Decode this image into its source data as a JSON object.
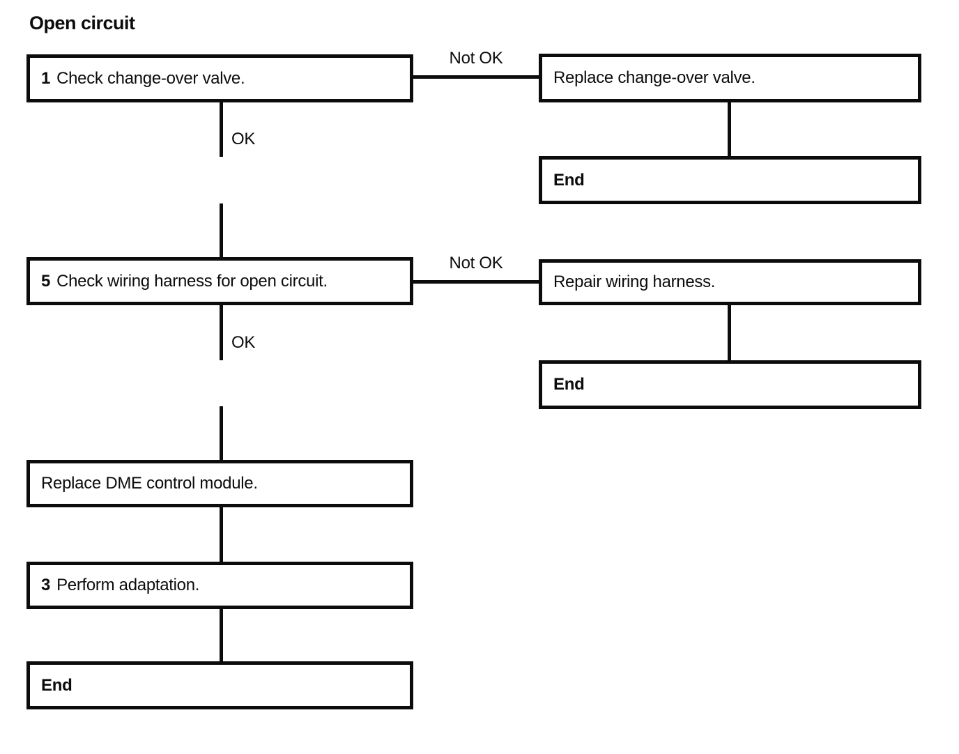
{
  "title": "Open circuit",
  "colors": {
    "background": "#ffffff",
    "line": "#0c0c0c",
    "text": "#0c0c0c"
  },
  "nodes": {
    "step1": {
      "number": "1",
      "text": "Check change-over valve."
    },
    "replace_change_over_valve": {
      "text": "Replace change-over valve."
    },
    "end_after_replace_valve": {
      "text": "End"
    },
    "step5": {
      "number": "5",
      "text": "Check wiring harness for open circuit."
    },
    "repair_wiring_harness": {
      "text": "Repair wiring harness."
    },
    "end_after_repair_harness": {
      "text": "End"
    },
    "replace_dme_control_module": {
      "text": "Replace DME control module."
    },
    "step3": {
      "number": "3",
      "text": "Perform adaptation."
    },
    "end_final": {
      "text": "End"
    }
  },
  "flow": {
    "edges": [
      {
        "from": "step1",
        "to": "replace_change_over_valve",
        "label": "Not OK"
      },
      {
        "from": "replace_change_over_valve",
        "to": "end_after_replace_valve",
        "label": ""
      },
      {
        "from": "step1",
        "to": "step5",
        "label": "OK"
      },
      {
        "from": "step5",
        "to": "repair_wiring_harness",
        "label": "Not OK"
      },
      {
        "from": "repair_wiring_harness",
        "to": "end_after_repair_harness",
        "label": ""
      },
      {
        "from": "step5",
        "to": "replace_dme_control_module",
        "label": "OK"
      },
      {
        "from": "replace_dme_control_module",
        "to": "step3",
        "label": ""
      },
      {
        "from": "step3",
        "to": "end_final",
        "label": ""
      }
    ]
  }
}
